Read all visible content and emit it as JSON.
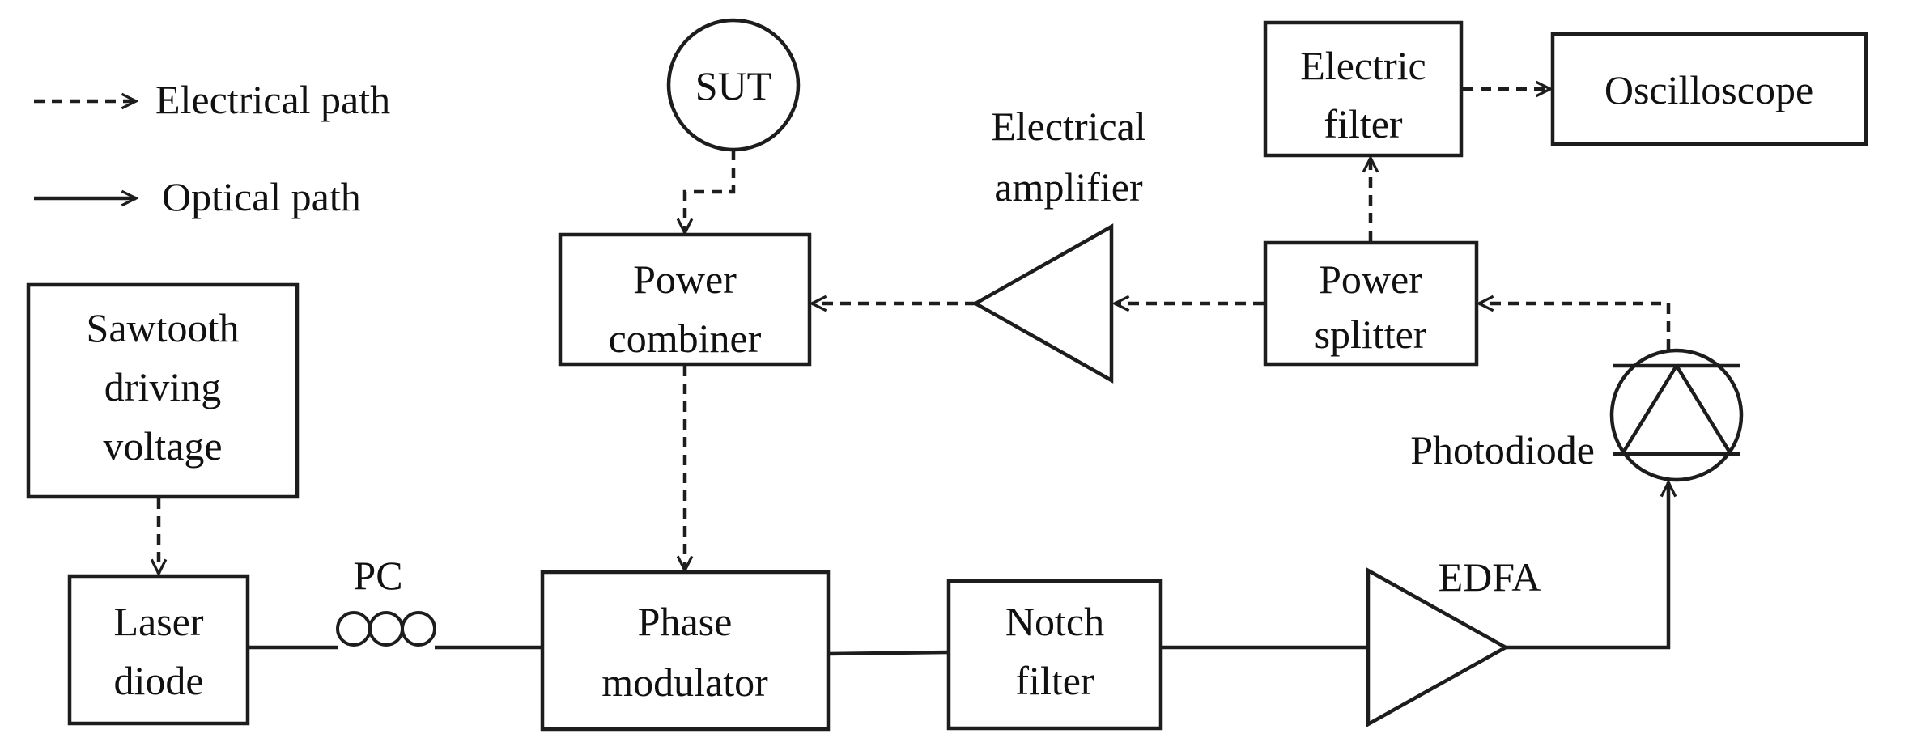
{
  "legend": {
    "electrical": "Electrical path",
    "optical": "Optical path"
  },
  "blocks": {
    "sut": "SUT",
    "power_combiner": [
      "Power",
      "combiner"
    ],
    "electrical_amplifier": [
      "Electrical",
      "amplifier"
    ],
    "power_splitter": [
      "Power",
      "splitter"
    ],
    "electric_filter": [
      "Electric",
      "filter"
    ],
    "oscilloscope": "Oscilloscope",
    "sawtooth": [
      "Sawtooth",
      "driving",
      "voltage"
    ],
    "laser_diode": [
      "Laser",
      "diode"
    ],
    "pc": "PC",
    "phase_modulator": [
      "Phase",
      "modulator"
    ],
    "notch_filter": [
      "Notch",
      "filter"
    ],
    "edfa": "EDFA",
    "photodiode": "Photodiode"
  }
}
